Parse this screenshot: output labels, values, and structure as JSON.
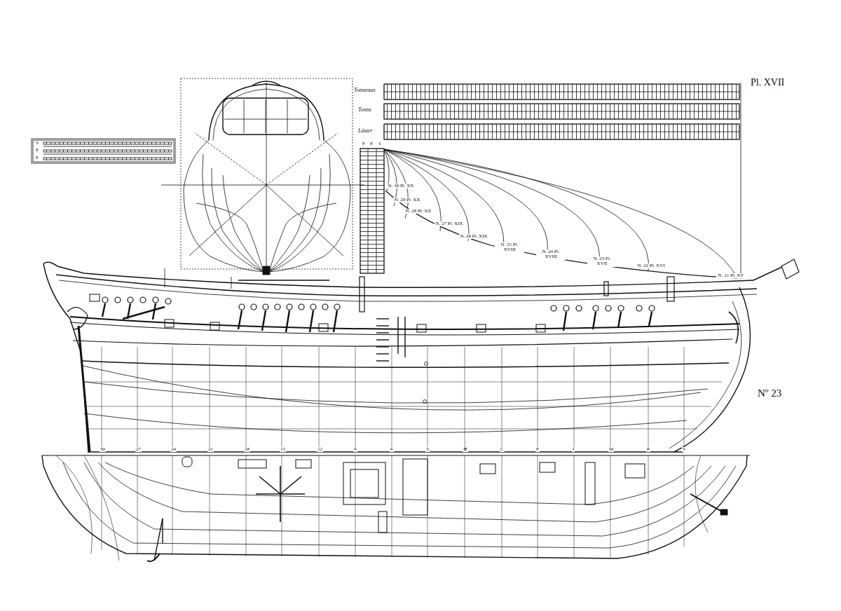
{
  "diagram": {
    "labels": [
      "Pl. XVII",
      "Nº 23",
      "Tonneaux",
      "Tonns",
      "Läster",
      "S",
      "E",
      "F",
      "F",
      "E",
      "S",
      "N. 30 Pl. XX",
      "N. 29 Pl. XX",
      "N. 28 Pl. XX",
      "N. 27 Pl. XIX",
      "N. 26 Pl. XIX",
      "N. 25 Pl. XVIII",
      "N. 24 Pl. XVIII",
      "N. 23 Pl. XVII",
      "N. 22 Pl. XVI",
      "N. 21 Pl. XV",
      "30",
      "27",
      "24",
      "21",
      "18",
      "15",
      "12",
      "9",
      "6",
      "3",
      "⊕",
      "C",
      "F",
      "I",
      "M",
      "P",
      "S"
    ]
  }
}
